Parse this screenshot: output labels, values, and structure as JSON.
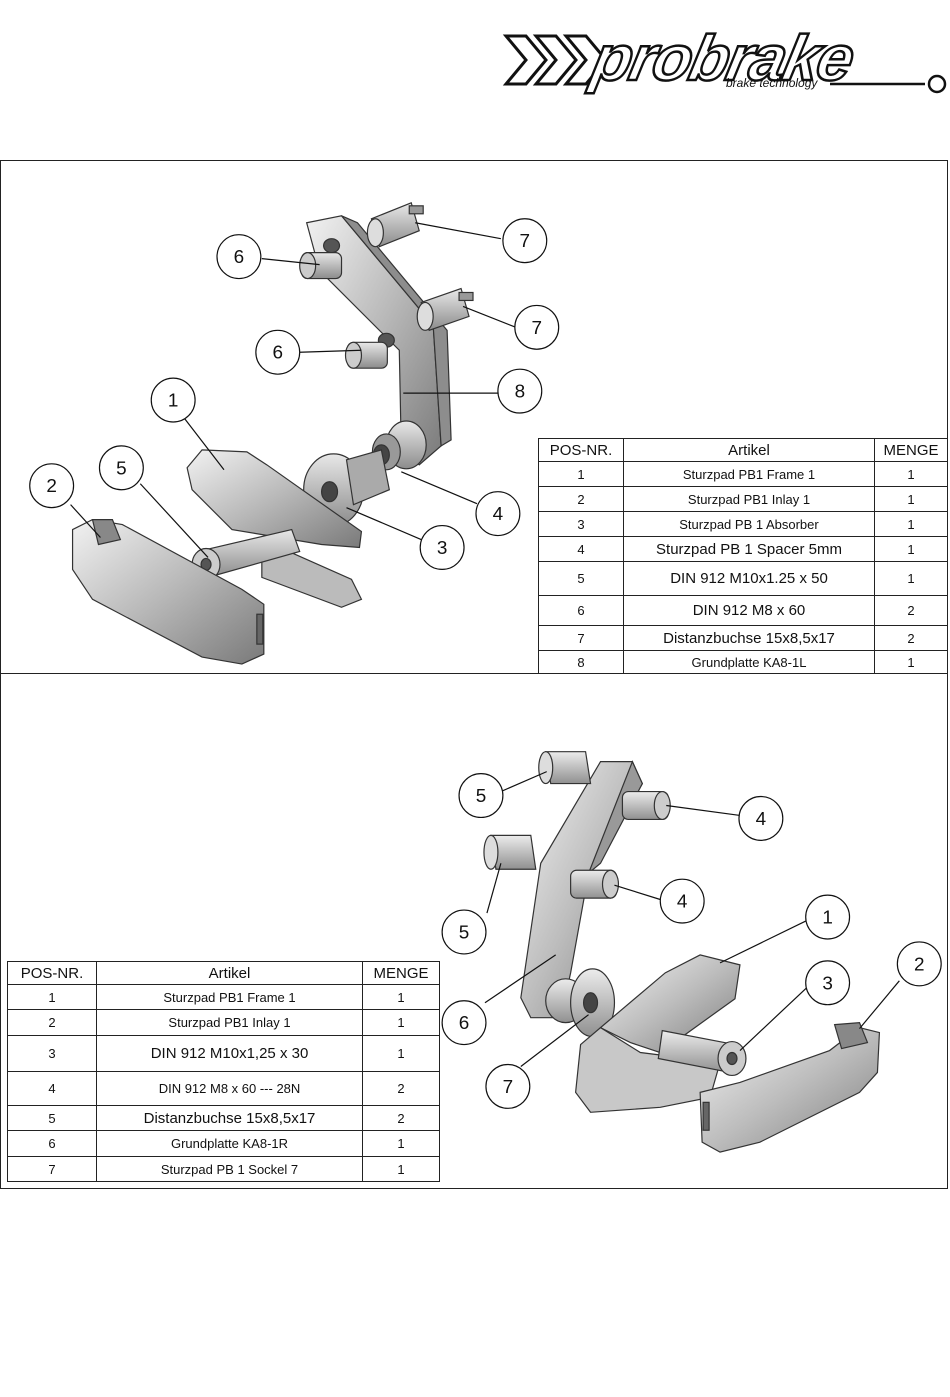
{
  "brand": {
    "name": "probrake",
    "tagline": "brake technology"
  },
  "top_table": {
    "headers": [
      "POS-NR.",
      "Artikel",
      "MENGE"
    ],
    "rows": [
      {
        "pos": "1",
        "artikel": "Sturzpad PB1 Frame 1",
        "menge": "1"
      },
      {
        "pos": "2",
        "artikel": "Sturzpad PB1 Inlay 1",
        "menge": "1"
      },
      {
        "pos": "3",
        "artikel": "Sturzpad PB 1 Absorber",
        "menge": "1"
      },
      {
        "pos": "4",
        "artikel": "Sturzpad PB 1 Spacer 5mm",
        "menge": "1"
      },
      {
        "pos": "5",
        "artikel": "DIN 912 M10x1.25 x 50",
        "menge": "1"
      },
      {
        "pos": "6",
        "artikel": "DIN 912 M8 x 60",
        "menge": "2"
      },
      {
        "pos": "7",
        "artikel": "Distanzbuchse 15x8,5x17",
        "menge": "2"
      },
      {
        "pos": "8",
        "artikel": "Grundplatte KA8-1L",
        "menge": "1"
      }
    ]
  },
  "bottom_table": {
    "headers": [
      "POS-NR.",
      "Artikel",
      "MENGE"
    ],
    "rows": [
      {
        "pos": "1",
        "artikel": "Sturzpad PB1 Frame 1",
        "menge": "1"
      },
      {
        "pos": "2",
        "artikel": "Sturzpad PB1 Inlay 1",
        "menge": "1"
      },
      {
        "pos": "3",
        "artikel": "DIN 912 M10x1,25 x 30",
        "menge": "1"
      },
      {
        "pos": "4",
        "artikel": "DIN 912 M8 x 60 --- 28N",
        "menge": "2"
      },
      {
        "pos": "5",
        "artikel": "Distanzbuchse 15x8,5x17",
        "menge": "2"
      },
      {
        "pos": "6",
        "artikel": "Grundplatte KA8-1R",
        "menge": "1"
      },
      {
        "pos": "7",
        "artikel": "Sturzpad PB 1 Sockel 7",
        "menge": "1"
      }
    ]
  },
  "top_callouts": [
    "6",
    "7",
    "6",
    "7",
    "8",
    "1",
    "5",
    "2",
    "4",
    "3"
  ],
  "bottom_callouts": [
    "5",
    "4",
    "5",
    "4",
    "1",
    "3",
    "2",
    "6",
    "7"
  ]
}
